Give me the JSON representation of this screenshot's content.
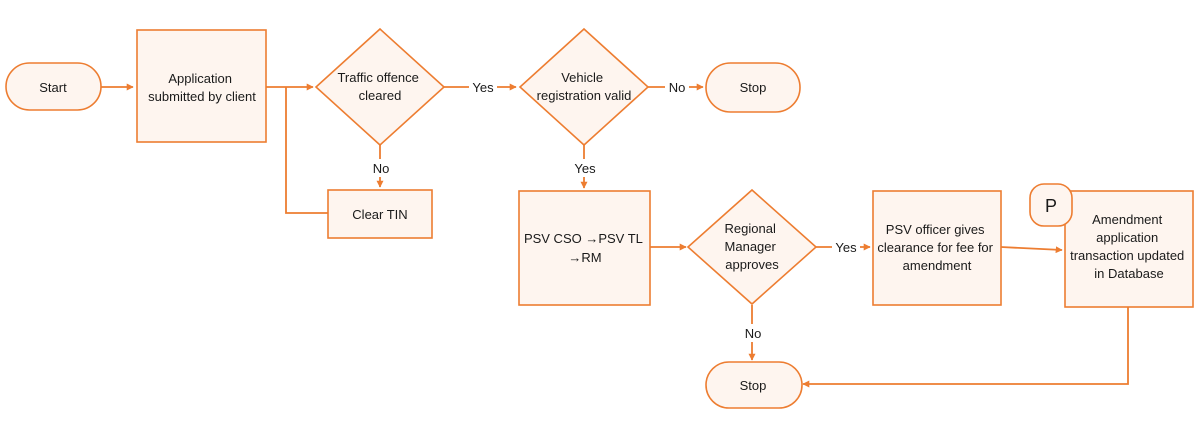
{
  "nodes": {
    "start": "Start",
    "application": [
      "Application",
      "submitted by client"
    ],
    "traffic": [
      "Traffic offence",
      "cleared"
    ],
    "clear_tin": "Clear TIN",
    "vehicle": [
      "Vehicle",
      "registration valid"
    ],
    "stop_top": "Stop",
    "psv_chain": [
      "PSV CSO →PSV TL",
      "→RM"
    ],
    "regional": [
      "Regional",
      "Manager",
      "approves"
    ],
    "psv_officer": [
      "PSV officer gives",
      "clearance for fee for",
      "amendment"
    ],
    "amendment": [
      "Amendment",
      "application",
      "transaction updated",
      "in Database"
    ],
    "p_marker": "P",
    "stop_bottom": "Stop"
  },
  "edge_labels": {
    "traffic_yes": "Yes",
    "traffic_no": "No",
    "vehicle_no": "No",
    "vehicle_yes": "Yes",
    "regional_yes": "Yes",
    "regional_no": "No"
  },
  "colors": {
    "stroke": "#ed7d31",
    "fill": "#fef5ef",
    "text": "#1a1a1a"
  }
}
